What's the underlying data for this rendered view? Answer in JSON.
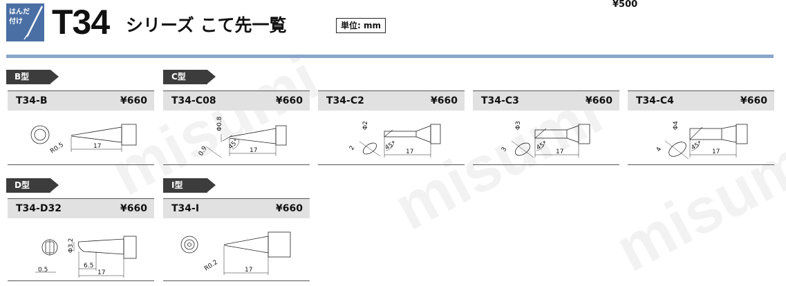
{
  "header": {
    "badge_line1": "はんだ",
    "badge_line2": "付け",
    "title_main": "T34",
    "title_sub": "シリーズ こて先一覧",
    "unit": "単位: mm",
    "price_top": "¥500"
  },
  "watermark": "misumi",
  "type_labels": {
    "b": "B型",
    "c": "C型",
    "d": "D型",
    "i": "I型"
  },
  "cards": [
    {
      "name": "T34-B",
      "price": "¥660",
      "dims": {
        "r": "R0.5",
        "len": "17"
      }
    },
    {
      "name": "T34-C08",
      "price": "¥660",
      "dims": {
        "dia": "Φ0.8",
        "w": "0.9",
        "angle": "45°",
        "len": "17"
      }
    },
    {
      "name": "T34-C2",
      "price": "¥660",
      "dims": {
        "dia": "Φ2",
        "w": "2",
        "angle": "45°",
        "len": "17"
      }
    },
    {
      "name": "T34-C3",
      "price": "¥660",
      "dims": {
        "dia": "Φ3",
        "w": "3",
        "angle": "45°",
        "len": "17"
      }
    },
    {
      "name": "T34-C4",
      "price": "¥660",
      "dims": {
        "dia": "Φ4",
        "w": "4",
        "angle": "45°",
        "len": "17"
      }
    },
    {
      "name": "T34-D32",
      "price": "¥660",
      "dims": {
        "dia": "Φ3.2",
        "t": "0.5",
        "flat": "6.5",
        "len": "17"
      }
    },
    {
      "name": "T34-I",
      "price": "¥660",
      "dims": {
        "r": "R0.2",
        "len": "17"
      }
    }
  ]
}
